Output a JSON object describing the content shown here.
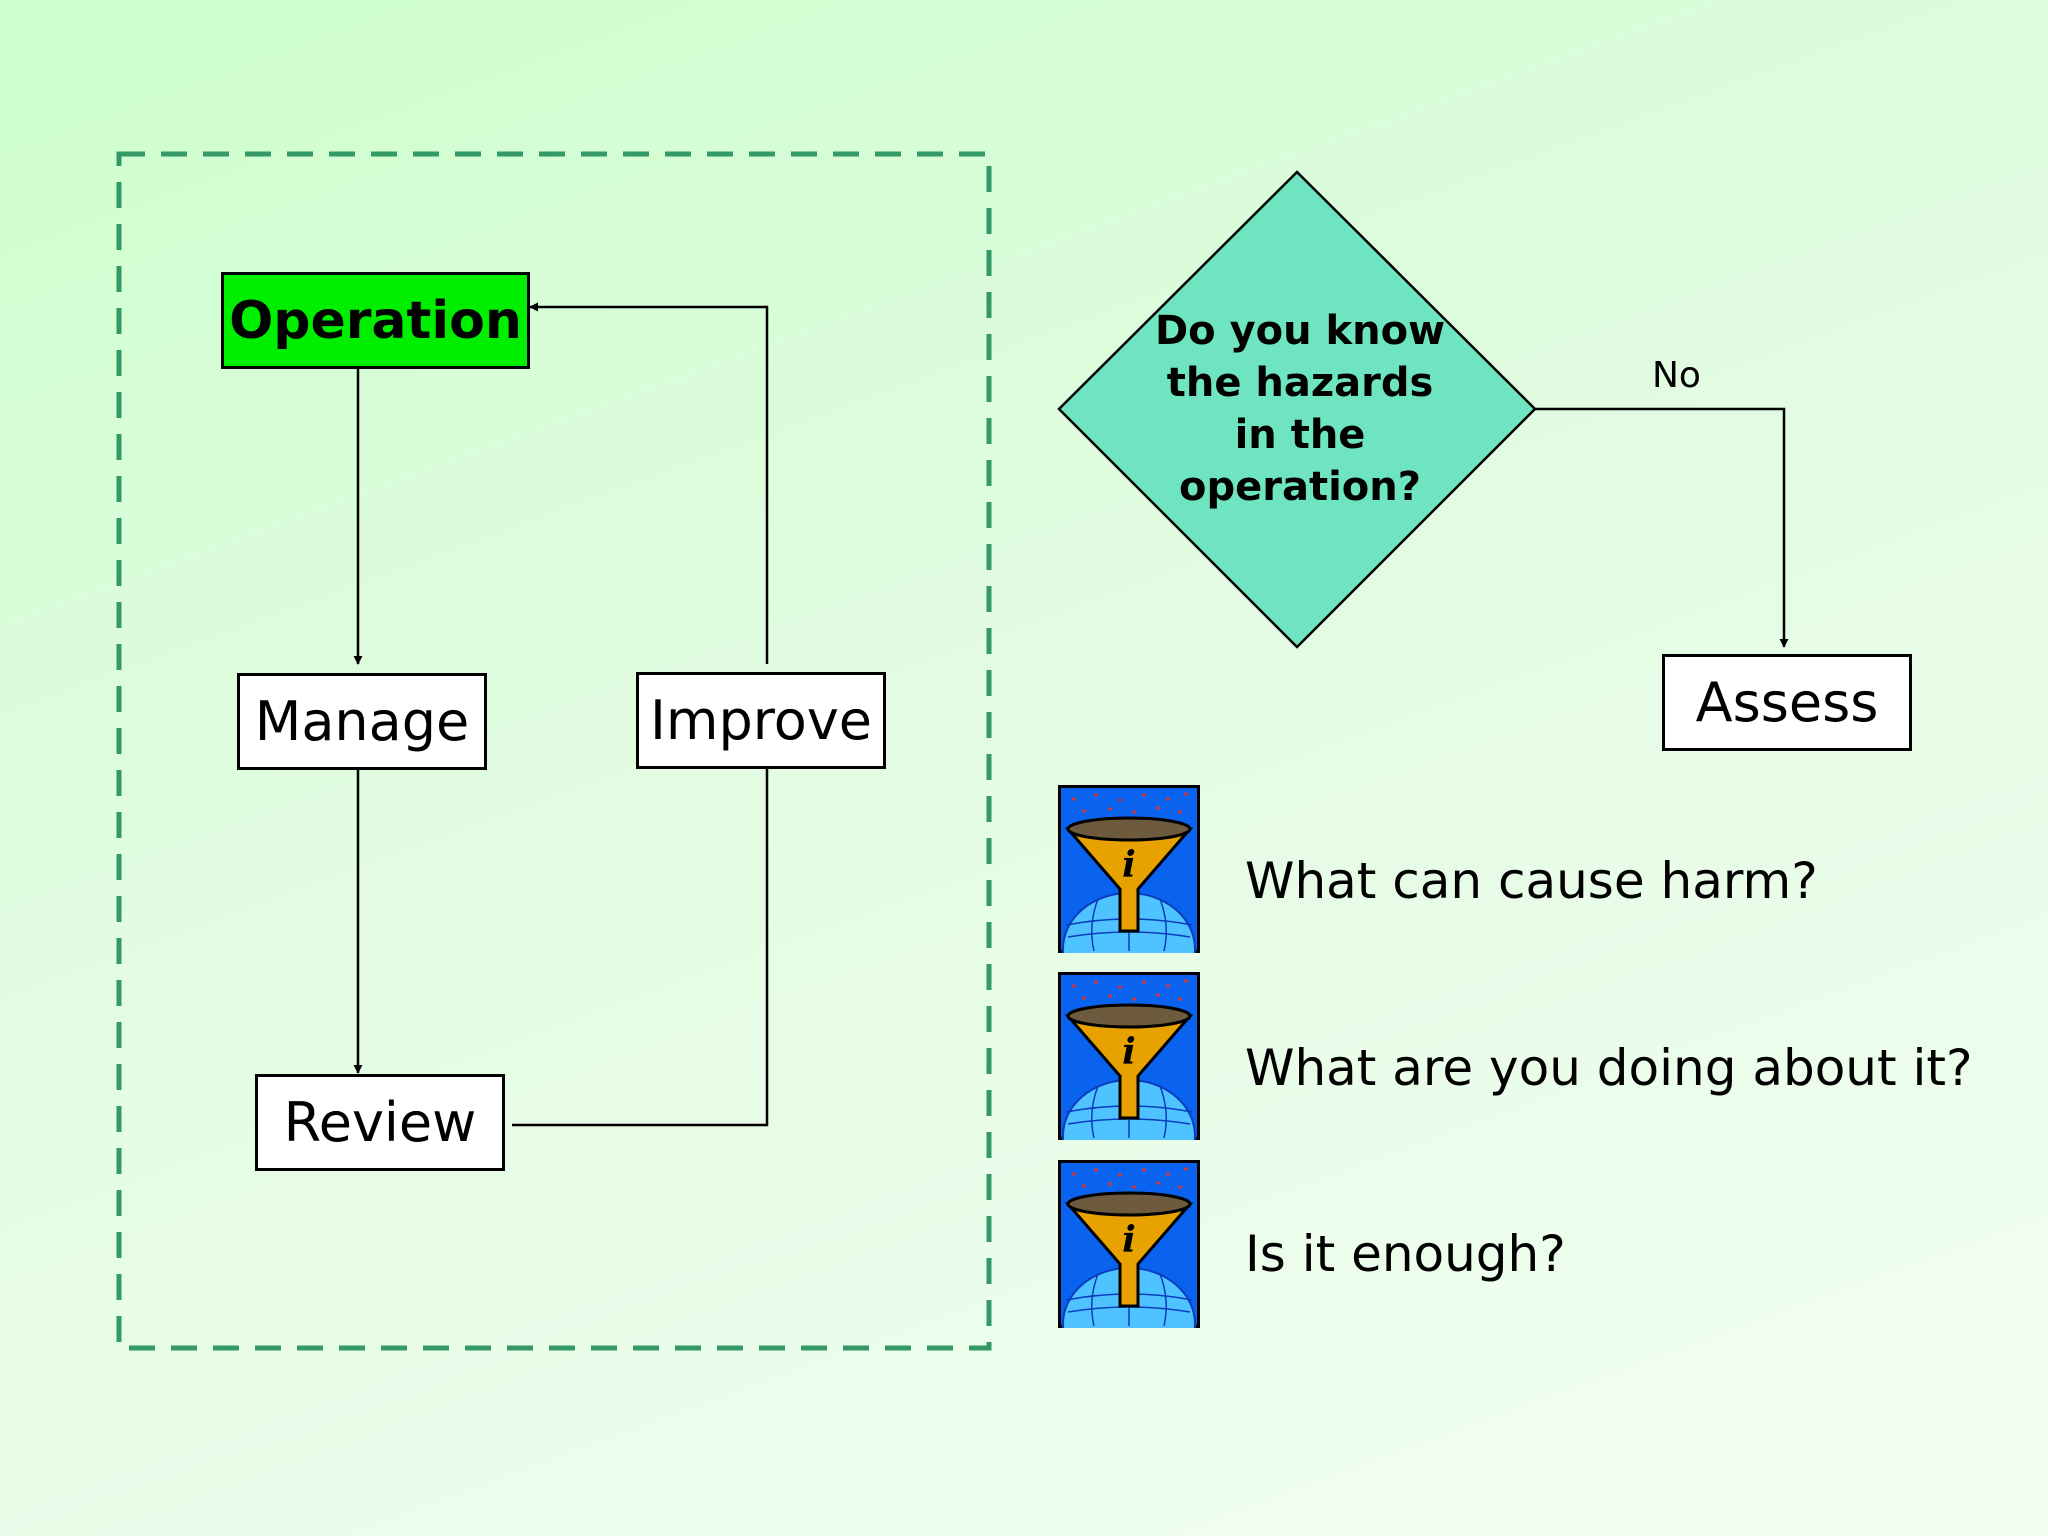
{
  "colors": {
    "background": "#ccffcc",
    "operation_fill": "#00ee00",
    "decision_fill": "#6ee5c0",
    "frame_dash": "#339966",
    "icon_blue": "#0066ff",
    "funnel_gold": "#e8a200"
  },
  "cycle": {
    "operation": "Operation",
    "manage": "Manage",
    "improve": "Improve",
    "review": "Review"
  },
  "decision": {
    "question": "Do you know the hazards in the operation?",
    "no_label": "No",
    "assess": "Assess"
  },
  "questions": [
    {
      "icon": "info-funnel-icon",
      "text": "What can cause harm?"
    },
    {
      "icon": "info-funnel-icon",
      "text": "What are you doing about it?"
    },
    {
      "icon": "info-funnel-icon",
      "text": "Is it enough?"
    }
  ]
}
